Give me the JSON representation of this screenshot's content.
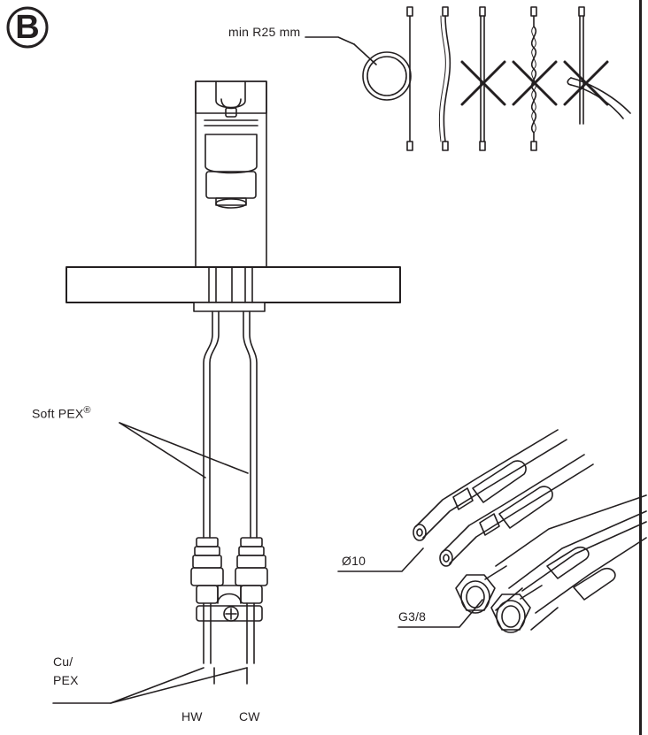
{
  "panel": {
    "letter": "B"
  },
  "labels": {
    "bend_radius": "min R25 mm",
    "hose_type_main": "Soft PEX",
    "hose_type_mark": "®",
    "pipe_material_line1": "Cu/",
    "pipe_material_line2": "PEX",
    "hot_water": "HW",
    "cold_water": "CW",
    "diameter": "Ø10",
    "thread": "G3/8"
  },
  "hose_handling": [
    {
      "state": "coiled",
      "allowed": true
    },
    {
      "state": "gently-curved",
      "allowed": true
    },
    {
      "state": "kinked",
      "allowed": false
    },
    {
      "state": "twisted",
      "allowed": false
    },
    {
      "state": "cut",
      "allowed": false
    }
  ]
}
